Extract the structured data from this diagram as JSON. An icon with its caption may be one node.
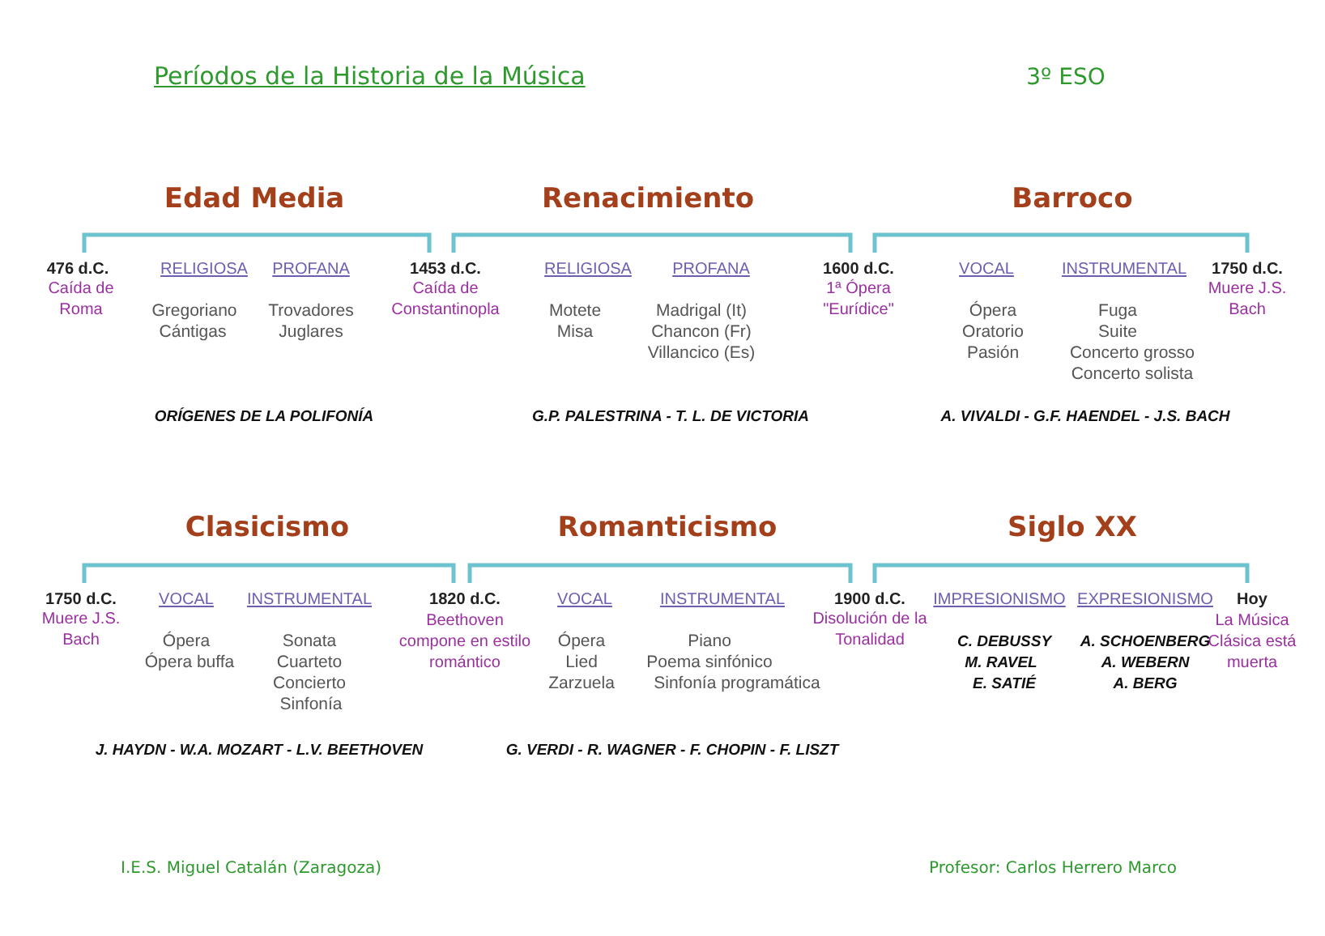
{
  "diagram": {
    "title": "Períodos de la Historia de la Música",
    "labels": [
      "3º ESO",
      "Edad Media",
      "Renacimiento",
      "Barroco",
      "476 d.C.",
      "Caída de Roma",
      "RELIGIOSA",
      "PROFANA",
      "1453 d.C.",
      "Caída de Constantinopla",
      "Gregoriano",
      "Cántigas",
      "Trovadores",
      "Juglares",
      "RELIGIOSA",
      "PROFANA",
      "1600 d.C.",
      "1ª Ópera \"Eurídice\"",
      "Motete",
      "Misa",
      "Madrigal (It)",
      "Chancon (Fr)",
      "Villancico (Es)",
      "VOCAL",
      "INSTRUMENTAL",
      "1750 d.C.",
      "Muere J.S. Bach",
      "Ópera",
      "Oratorio",
      "Pasión",
      "Fuga",
      "Suite",
      "Concerto grosso",
      "Concerto solista",
      "ORÍGENES DE LA POLIFONÍA",
      "G.P. PALESTRINA - T. L. DE VICTORIA",
      "A. VIVALDI - G.F. HAENDEL - J.S. BACH",
      "Clasicismo",
      "Romanticismo",
      "Siglo XX",
      "1750 d.C.",
      "Muere J.S. Bach",
      "VOCAL",
      "INSTRUMENTAL",
      "1820 d.C.",
      "Beethoven compone en estilo romántico",
      "Ópera",
      "Ópera buffa",
      "Sonata",
      "Cuarteto",
      "Concierto",
      "Sinfonía",
      "VOCAL",
      "INSTRUMENTAL",
      "1900 d.C.",
      "Disolución de la Tonalidad",
      "Ópera",
      "Lied",
      "Zarzuela",
      "Piano",
      "Poema sinfónico",
      "Sinfonía programática",
      "IMPRESIONISMO",
      "EXPRESIONISMO",
      "Hoy",
      "La Música Clásica está muerta",
      "C. DEBUSSY",
      "M. RAVEL",
      "E. SATIÉ",
      "A. SCHOENBERG",
      "A. WEBERN",
      "A. BERG",
      "J. HAYDN - W.A. MOZART - L.V. BEETHOVEN",
      "G. VERDI - R. WAGNER - F. CHOPIN - F. LISZT",
      "I.E.S. Miguel Catalán (Zaragoza)",
      "Profesor: Carlos Herrero Marco"
    ]
  }
}
